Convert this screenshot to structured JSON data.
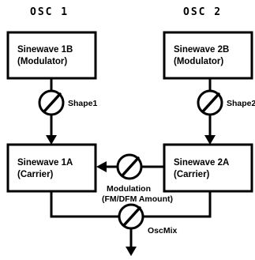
{
  "headers": {
    "osc1": "OSC 1",
    "osc2": "OSC 2"
  },
  "boxes": {
    "sine_1b": {
      "title": "Sinewave 1B",
      "role": "(Modulator)"
    },
    "sine_2b": {
      "title": "Sinewave 2B",
      "role": "(Modulator)"
    },
    "sine_1a": {
      "title": "Sinewave 1A",
      "role": "(Carrier)"
    },
    "sine_2a": {
      "title": "Sinewave 2A",
      "role": "(Carrier)"
    }
  },
  "controls": {
    "shape1": "Shape1",
    "shape2": "Shape2",
    "modulation_line1": "Modulation",
    "modulation_line2": "(FM/DFM Amount)",
    "oscmix": "OscMix"
  },
  "colors": {
    "line": "#000000",
    "background": "#ffffff"
  }
}
